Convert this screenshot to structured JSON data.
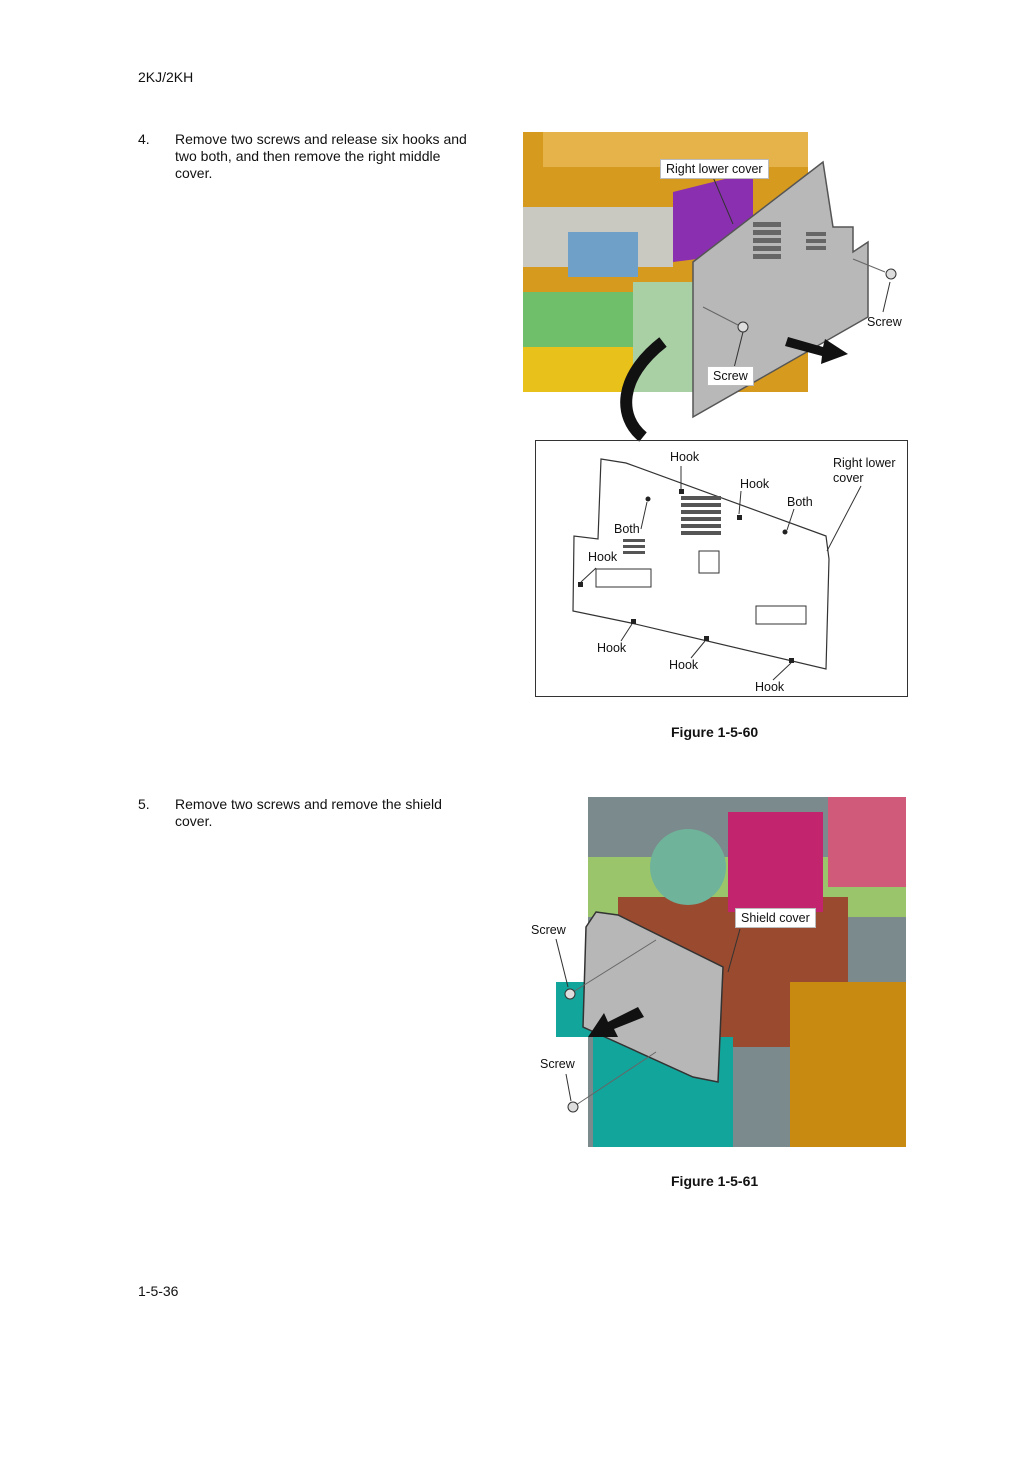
{
  "header": {
    "model": "2KJ/2KH"
  },
  "steps": [
    {
      "number": "4.",
      "text": "Remove two screws and release six hooks and two both, and then remove the right middle cover."
    },
    {
      "number": "5.",
      "text": "Remove two screws and remove the shield cover."
    }
  ],
  "figure60": {
    "caption": "Figure 1-5-60",
    "labels": {
      "right_lower_cover": "Right lower cover",
      "screw_right": "Screw",
      "screw_left": "Screw",
      "detail_right_lower_cover": "Right lower cover",
      "hook_top": "Hook",
      "hook_upper_right": "Hook",
      "both_right": "Both",
      "both_left": "Both",
      "hook_left": "Hook",
      "hook_bottom_left": "Hook",
      "hook_bottom_mid": "Hook",
      "hook_bottom_right": "Hook"
    }
  },
  "figure61": {
    "caption": "Figure 1-5-61",
    "labels": {
      "shield_cover": "Shield cover",
      "screw_top": "Screw",
      "screw_bottom": "Screw"
    }
  },
  "footer": {
    "page_number": "1-5-36"
  }
}
